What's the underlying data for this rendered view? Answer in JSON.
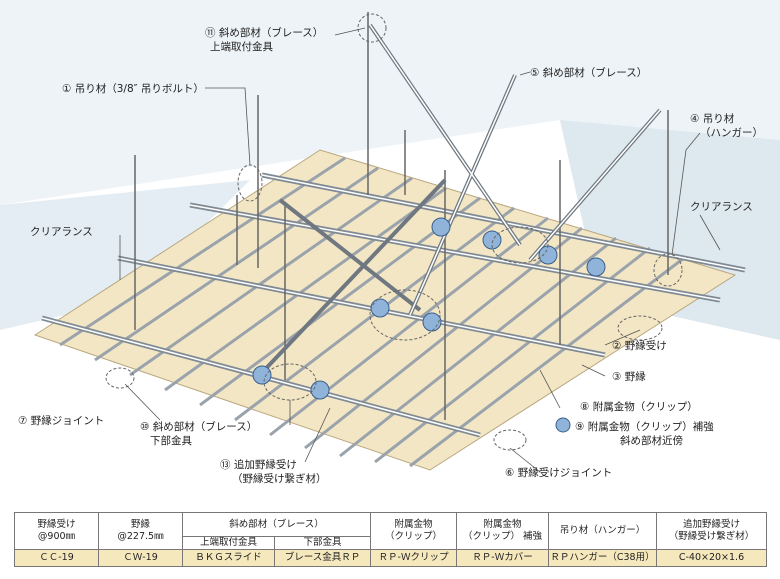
{
  "labels": {
    "l1": "① 吊り材（3/8″ 吊りボルト）",
    "l2": "② 野縁受け",
    "l3": "③ 野縁",
    "l4a": "④ 吊り材",
    "l4b": "（ハンガー）",
    "l5": "⑤ 斜め部材（ブレース）",
    "l6": "⑥ 野縁受けジョイント",
    "l7": "⑦ 野縁ジョイント",
    "l8": "⑧ 附属金物（クリップ）",
    "l9a": "⑨ 附属金物（クリップ）補強",
    "l9b": "斜め部材近傍",
    "l10a": "⑩ 斜め部材（ブレース）",
    "l10b": "下部金具",
    "l11a": "⑪ 斜め部材（ブレース）",
    "l11b": "上端取付金具",
    "l13a": "⑬ 追加野縁受け",
    "l13b": "（野縁受け繋ぎ材）",
    "clear_left": "クリアランス",
    "clear_right": "クリアランス"
  },
  "colors": {
    "board": "#f3e6c4",
    "wall": "#dde8ef",
    "clip": "#8fb3d9",
    "metal": "#e8ebee"
  },
  "spec_table": {
    "h1": [
      "野縁受け",
      "野縁",
      "斜め部材（ブレース）",
      "附属金物",
      "附属金物",
      "吊り材（ハンガー）",
      "追加野縁受け"
    ],
    "h1b": [
      "@900㎜",
      "@227.5㎜",
      "",
      "（クリップ）",
      "（クリップ） 補強",
      "",
      "（野縁受け繋ぎ材）"
    ],
    "h2": [
      "上端取付金具",
      "下部金具"
    ],
    "values": [
      "ＣＣ-19",
      "ＣＷ-19",
      "ＢＫＧスライド",
      "ブレース金具ＲＰ",
      "ＲＰ-Ｗクリップ",
      "ＲＰ-Ｗカバー",
      "ＲＰハンガー（C38用）",
      "C-40×20×1.6"
    ]
  }
}
